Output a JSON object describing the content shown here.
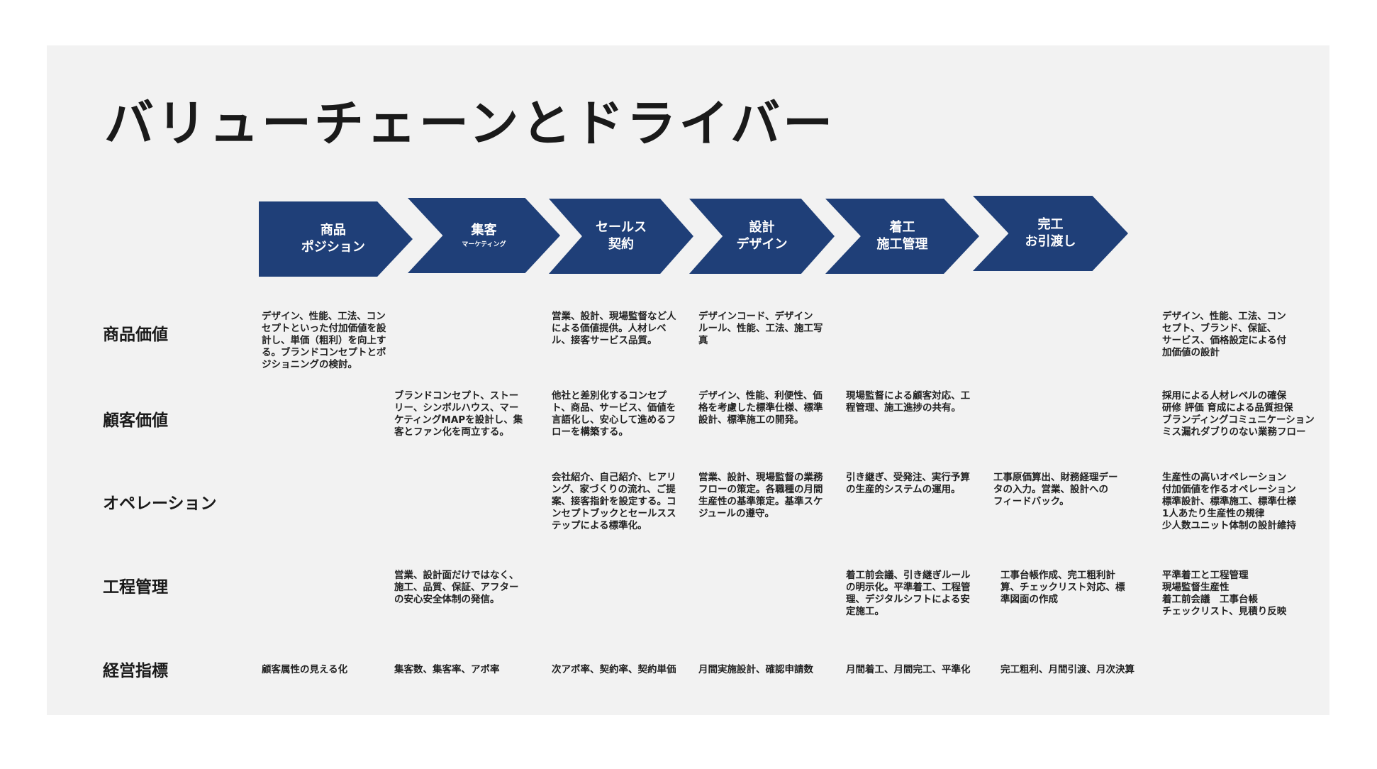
{
  "title": "バリューチェーンとドライバー",
  "colors": {
    "chevron": "#1f3f78",
    "panel": "#f2f2f2",
    "text": "#1a1a1a"
  },
  "stages": [
    {
      "line1": "商品",
      "line2": "ポジション",
      "sub": ""
    },
    {
      "line1": "集客",
      "line2": "",
      "sub": "マーケティング"
    },
    {
      "line1": "セールス",
      "line2": "契約",
      "sub": ""
    },
    {
      "line1": "設計",
      "line2": "デザイン",
      "sub": ""
    },
    {
      "line1": "着工",
      "line2": "施工管理",
      "sub": ""
    },
    {
      "line1": "完工",
      "line2": "お引渡し",
      "sub": ""
    }
  ],
  "rows": [
    {
      "label": "商品価値",
      "cells": [
        "デザイン、性能、工法、コン\nセプトといった付加価値を設\n計し、単価（粗利）を向上す\nる。ブランドコンセプトとポ\nジショニングの検討。",
        "",
        "営業、設計、現場監督など人\nによる価値提供。人材レベ\nル、接客サービス品質。",
        "デザインコード、デザイン\nルール、性能、工法、施工写\n真",
        "",
        "",
        "デザイン、性能、工法、コン\nセプト、ブランド、保証、\nサービス、価格設定による付\n加価値の設計"
      ]
    },
    {
      "label": "顧客価値",
      "cells": [
        "",
        "ブランドコンセプト、ストー\nリー、シンボルハウス、マー\nケティングMAPを設計し、集\n客とファン化を両立する。",
        "他社と差別化するコンセプ\nト、商品、サービス、価値を\n言語化し、安心して進めるフ\nローを構築する。",
        "デザイン、性能、利便性、価\n格を考慮した標準仕様、標準\n設計、標準施工の開発。",
        "現場監督による顧客対応、工\n程管理、施工進捗の共有。",
        "",
        "採用による人材レベルの確保\n研修 評価 育成による品質担保\nブランディングコミュニケーション\nミス漏れダブりのない業務フロー"
      ]
    },
    {
      "label": "オペレーション",
      "cells": [
        "",
        "",
        "会社紹介、自己紹介、ヒアリ\nング、家づくりの流れ、ご提\n案、接客指針を設定する。コ\nンセプトブックとセールスス\nテップによる標準化。",
        "営業、設計、現場監督の業務\nフローの策定。各職種の月間\n生産性の基準策定。基準スケ\nジュールの遵守。",
        "引き継ぎ、受発注、実行予算\nの生産的システムの運用。",
        "工事原価算出、財務経理デー\nタの入力。営業、設計への\nフィードバック。",
        "生産性の高いオペレーション\n付加価値を作るオペレーション\n標準設計、標準施工、標準仕様\n1人あたり生産性の規律\n少人数ユニット体制の設計維持"
      ]
    },
    {
      "label": "工程管理",
      "cells": [
        "",
        "営業、設計面だけではなく、\n施工、品質、保証、アフター\nの安心安全体制の発信。",
        "",
        "",
        "着工前会議、引き継ぎルール\nの明示化。平準着工、工程管\n理、デジタルシフトによる安\n定施工。",
        "工事台帳作成、完工粗利計\n算、チェックリスト対応、標\n準図面の作成",
        "平準着工と工程管理\n現場監督生産性\n着工前会議　工事台帳\nチェックリスト、見積り反映"
      ]
    },
    {
      "label": "経営指標",
      "cells": [
        "顧客属性の見える化",
        "集客数、集客率、アポ率",
        "次アポ率、契約率、契約単価",
        "月間実施設計、確認申請数",
        "月間着工、月間完工、平準化",
        "完工粗利、月間引渡、月次決算",
        ""
      ]
    }
  ]
}
